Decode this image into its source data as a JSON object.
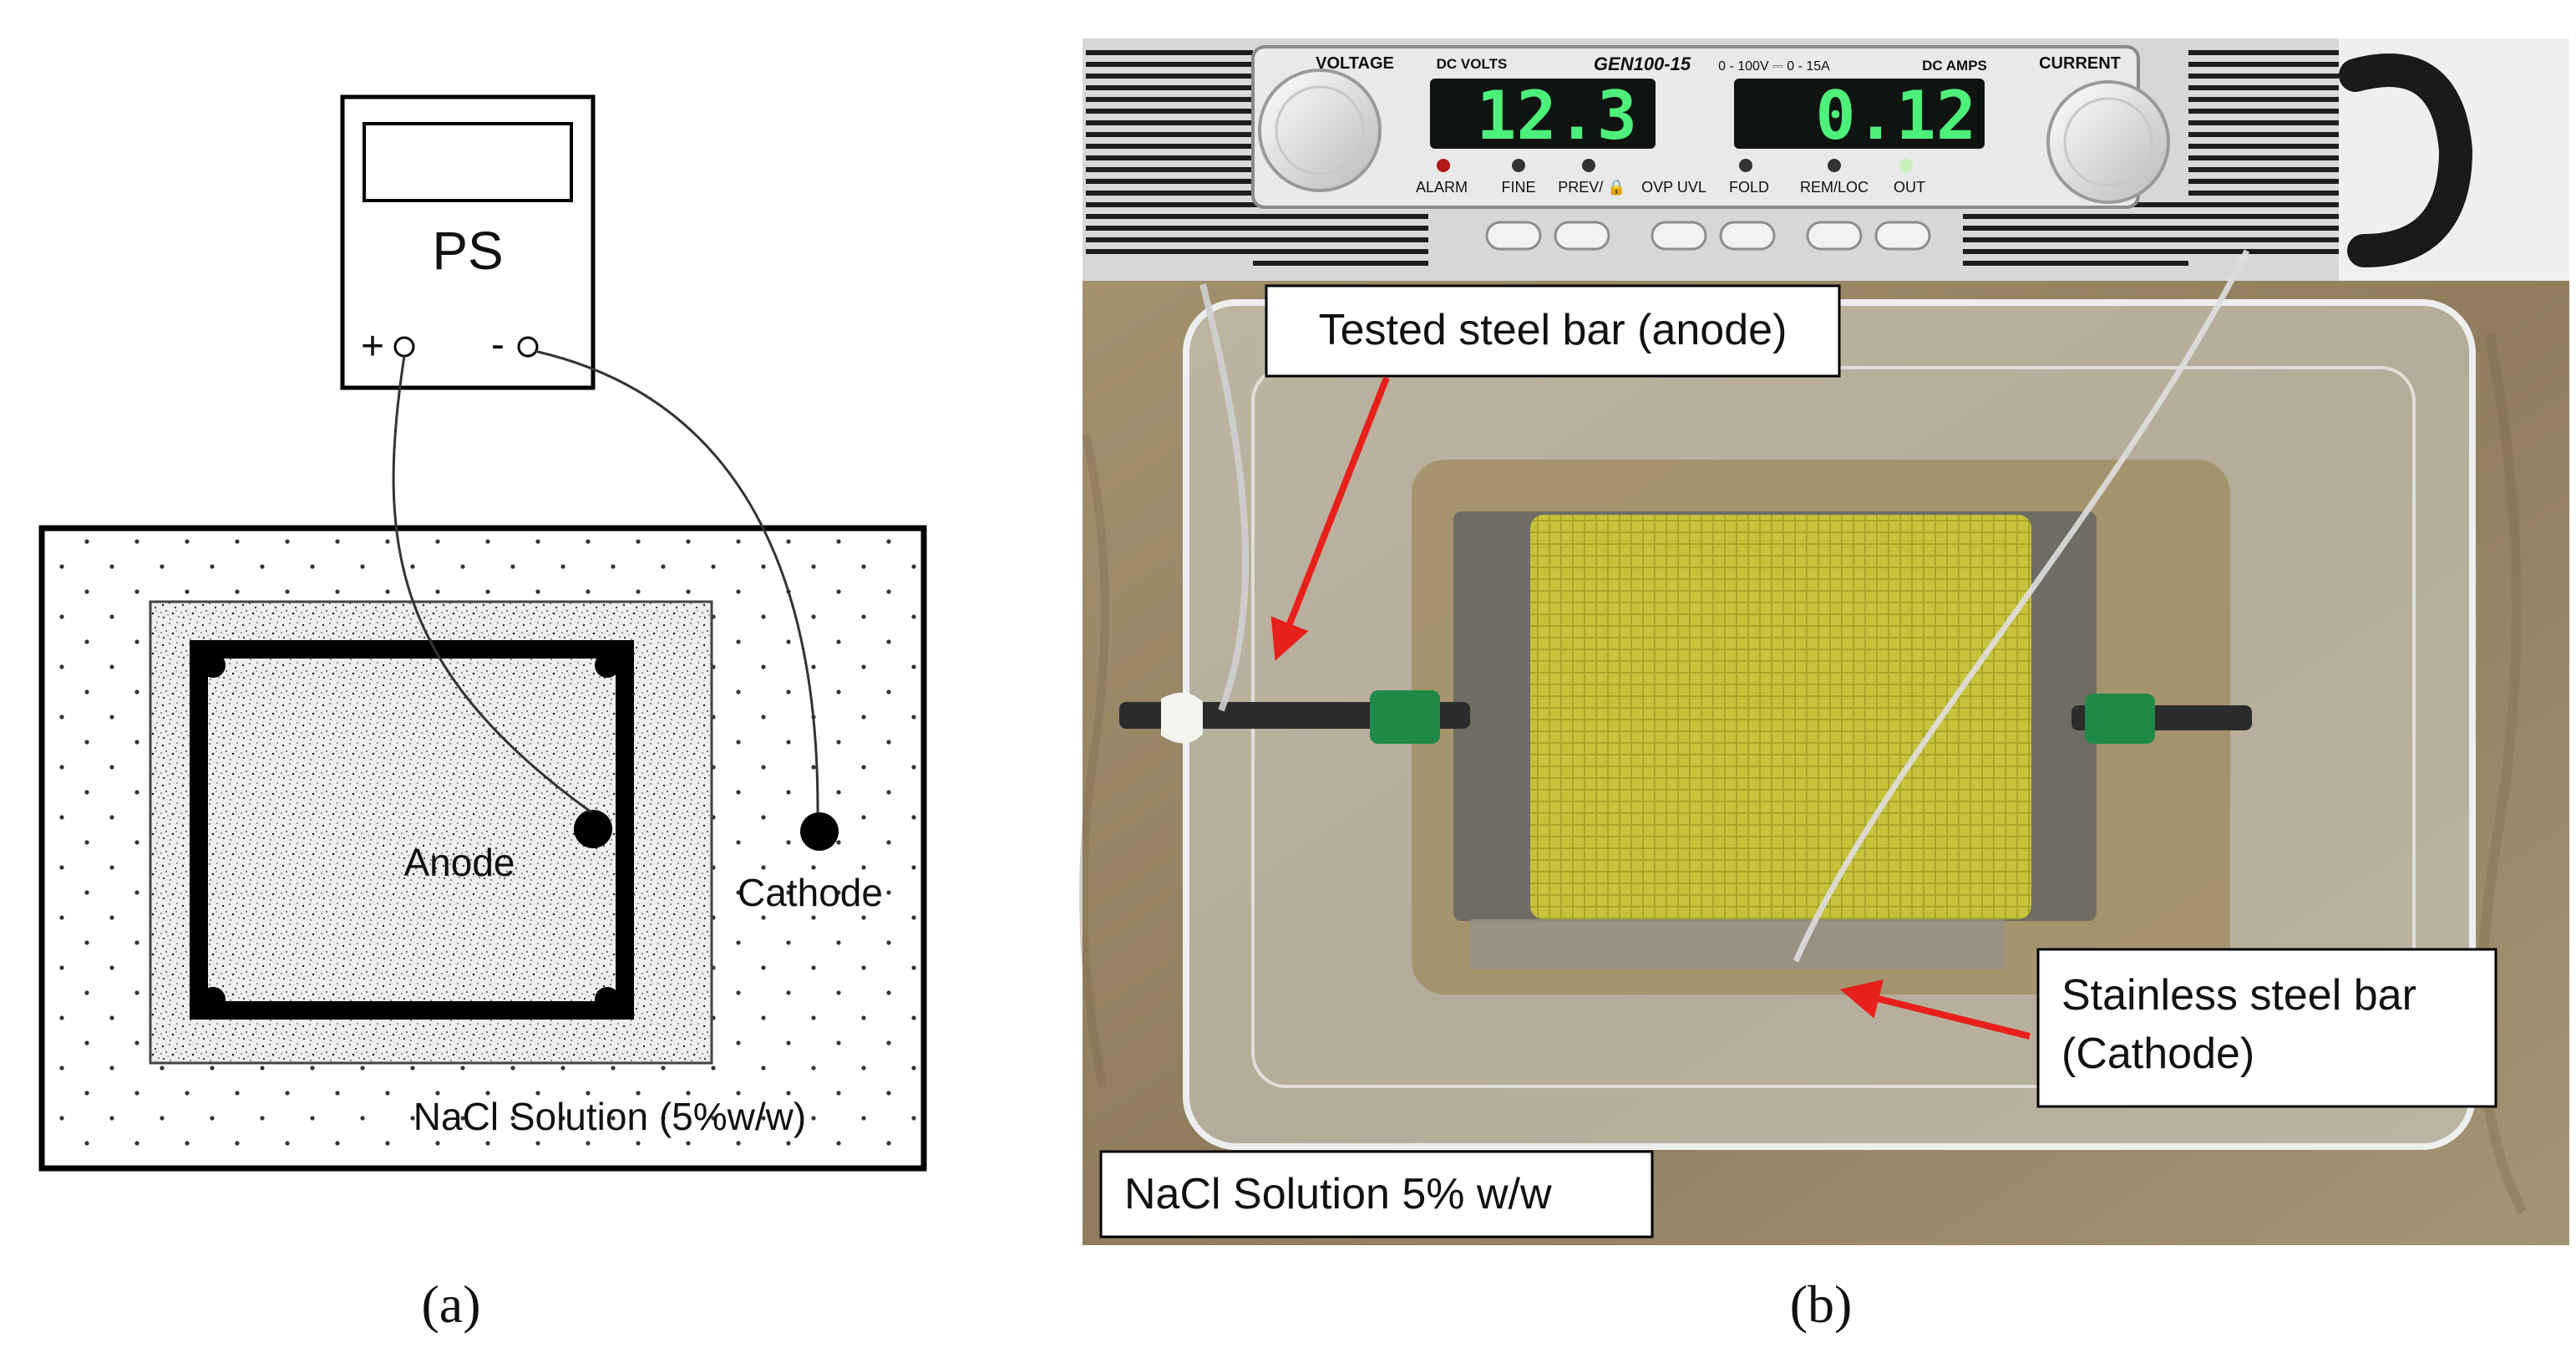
{
  "panel_a": {
    "caption": "(a)",
    "power_supply": {
      "label": "PS",
      "plus": "+",
      "minus": "-"
    },
    "anode_label": "Anode",
    "cathode_label": "Cathode",
    "solution_label": "NaCl Solution (5%w/w)"
  },
  "panel_b": {
    "caption": "(b)",
    "psu": {
      "voltage_knob_label": "VOLTAGE",
      "dc_volts_label": "DC VOLTS",
      "model": "GEN100-15",
      "rating": "0 - 100V ⎓ 0 - 15A",
      "dc_amps_label": "DC AMPS",
      "current_knob_label": "CURRENT",
      "voltage_reading": "12.3",
      "current_reading": "0.12",
      "buttons": [
        "ALARM",
        "FINE",
        "PREV/ 🔒",
        "OVP UVL",
        "FOLD",
        "REM/LOC",
        "OUT"
      ]
    },
    "callout_anode": "Tested steel bar (anode)",
    "callout_cathode_line1": "Stainless steel bar",
    "callout_cathode_line2": "(Cathode)",
    "callout_solution": "NaCl Solution 5% w/w"
  },
  "colors": {
    "arrow": "#e8201c",
    "lcd_digits": "#4df07a",
    "mesh": "#c8c33a",
    "bench": "#9c8a68"
  }
}
